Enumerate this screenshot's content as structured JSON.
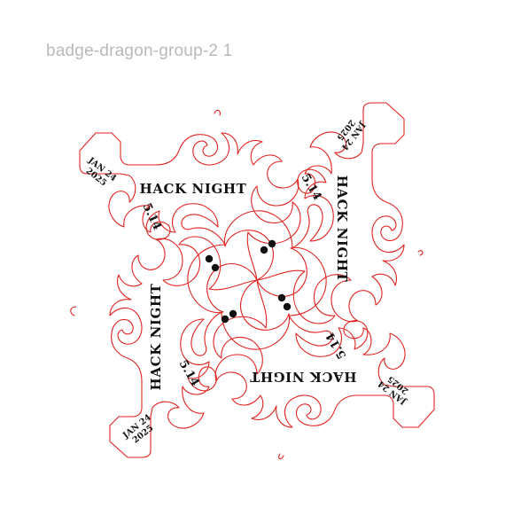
{
  "frame": {
    "label": "badge-dragon-group-2 1"
  },
  "badge": {
    "title": "HACK NIGHT",
    "number": "5.14",
    "date_line1": "JAN 24",
    "date_line2": "2025"
  },
  "colors": {
    "cut_line": "#e0231f",
    "ink": "#111111",
    "label": "#b9b9b9"
  }
}
